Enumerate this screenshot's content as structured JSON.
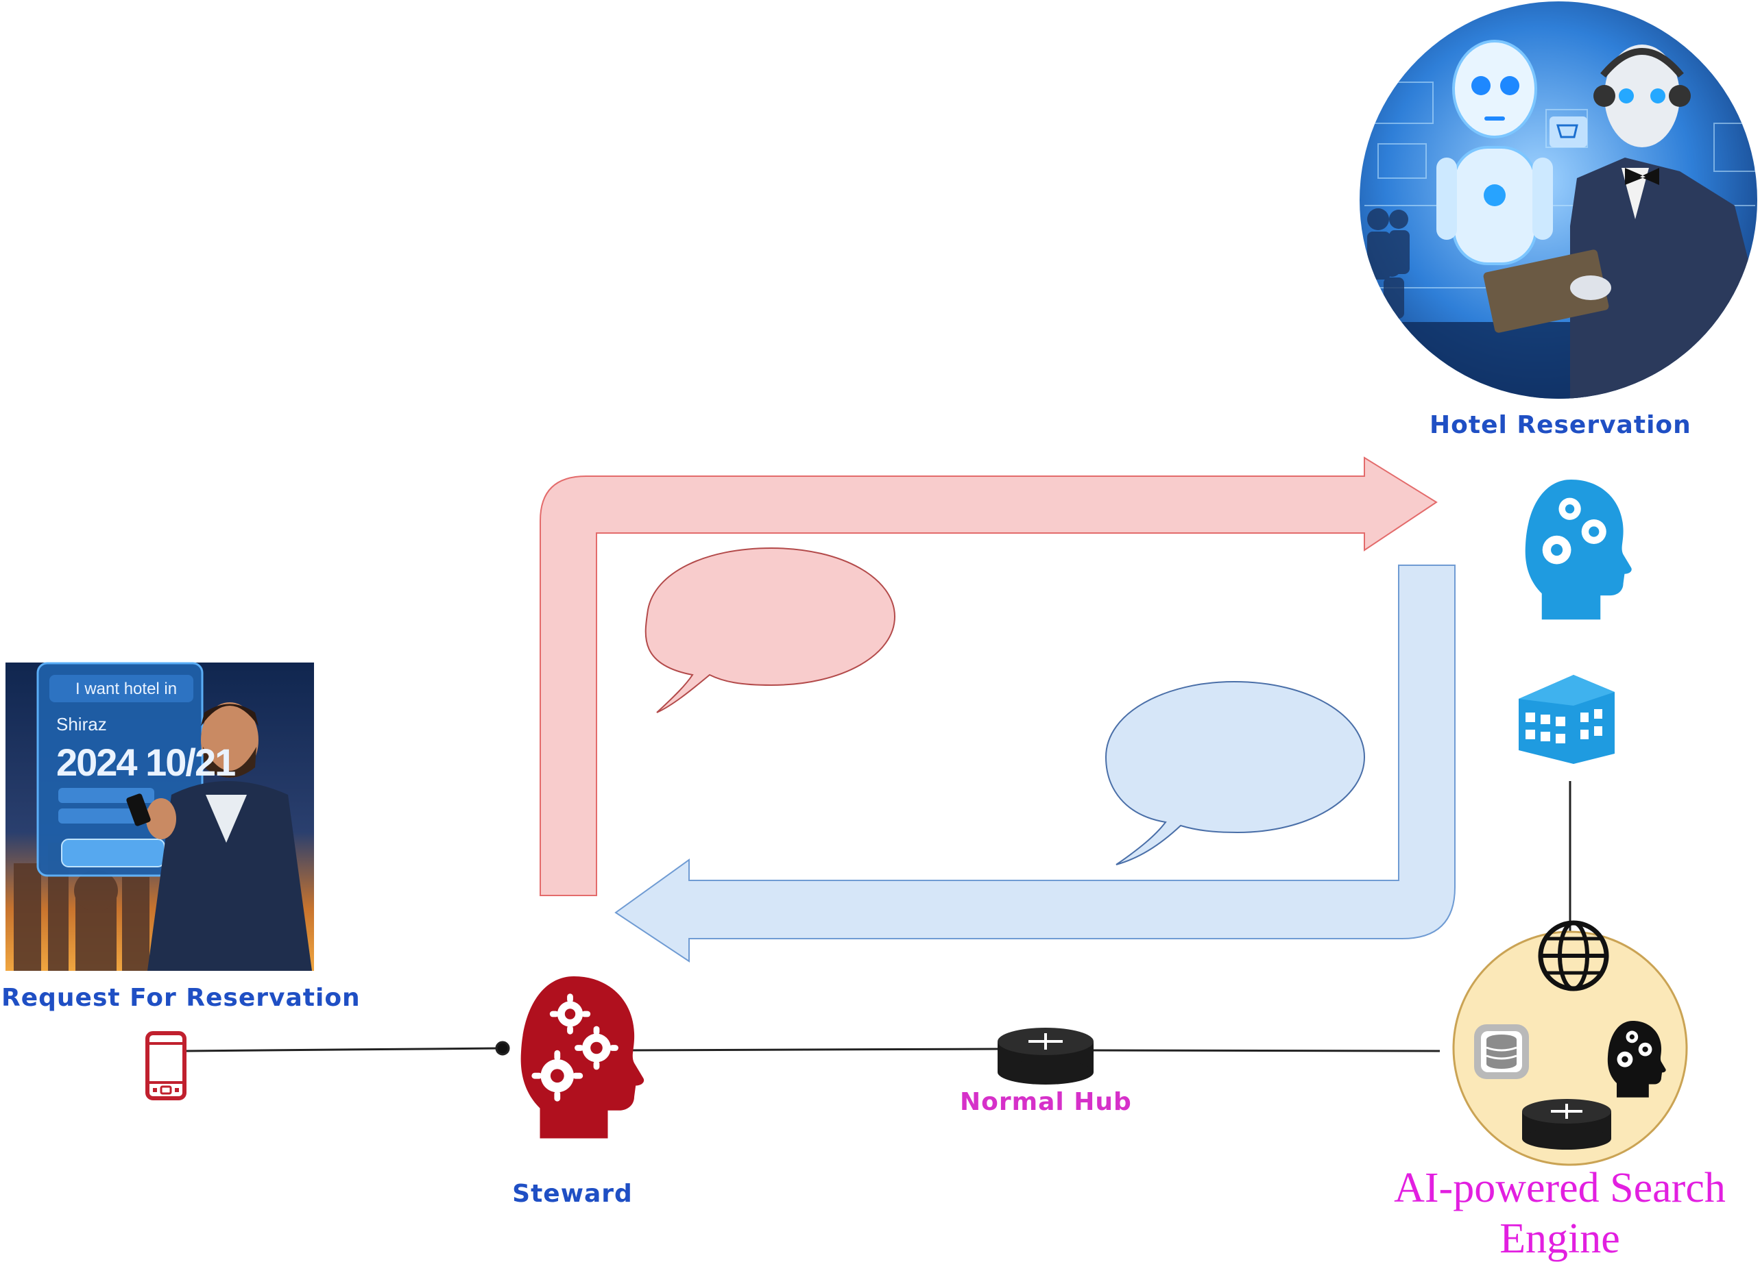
{
  "nodes": {
    "request": {
      "label": "Request For Reservation"
    },
    "steward": {
      "label": "Steward"
    },
    "hub": {
      "label": "Normal Hub"
    },
    "hotel": {
      "label": "Hotel Reservation"
    },
    "search_engine": {
      "label_line1": "AI-powered Search",
      "label_line2": "Engine"
    }
  },
  "photo": {
    "phone_line1": "I want hotel in",
    "phone_line2": "Shiraz",
    "phone_line3": "2024 10/21"
  },
  "colors": {
    "request_arrow": "#f8cccc",
    "response_arrow": "#d6e6f8",
    "steward_head": "#b0101e",
    "hotel_head": "#1f9be0",
    "label_blue": "#1f4fc4",
    "label_magenta": "#d630c9",
    "search_circle": "#fbe8b8"
  },
  "icons": [
    "phone-icon",
    "steward-head-icon",
    "router-icon",
    "hotel-head-icon",
    "building-icon",
    "globe-icon",
    "database-icon",
    "robot-icon"
  ]
}
